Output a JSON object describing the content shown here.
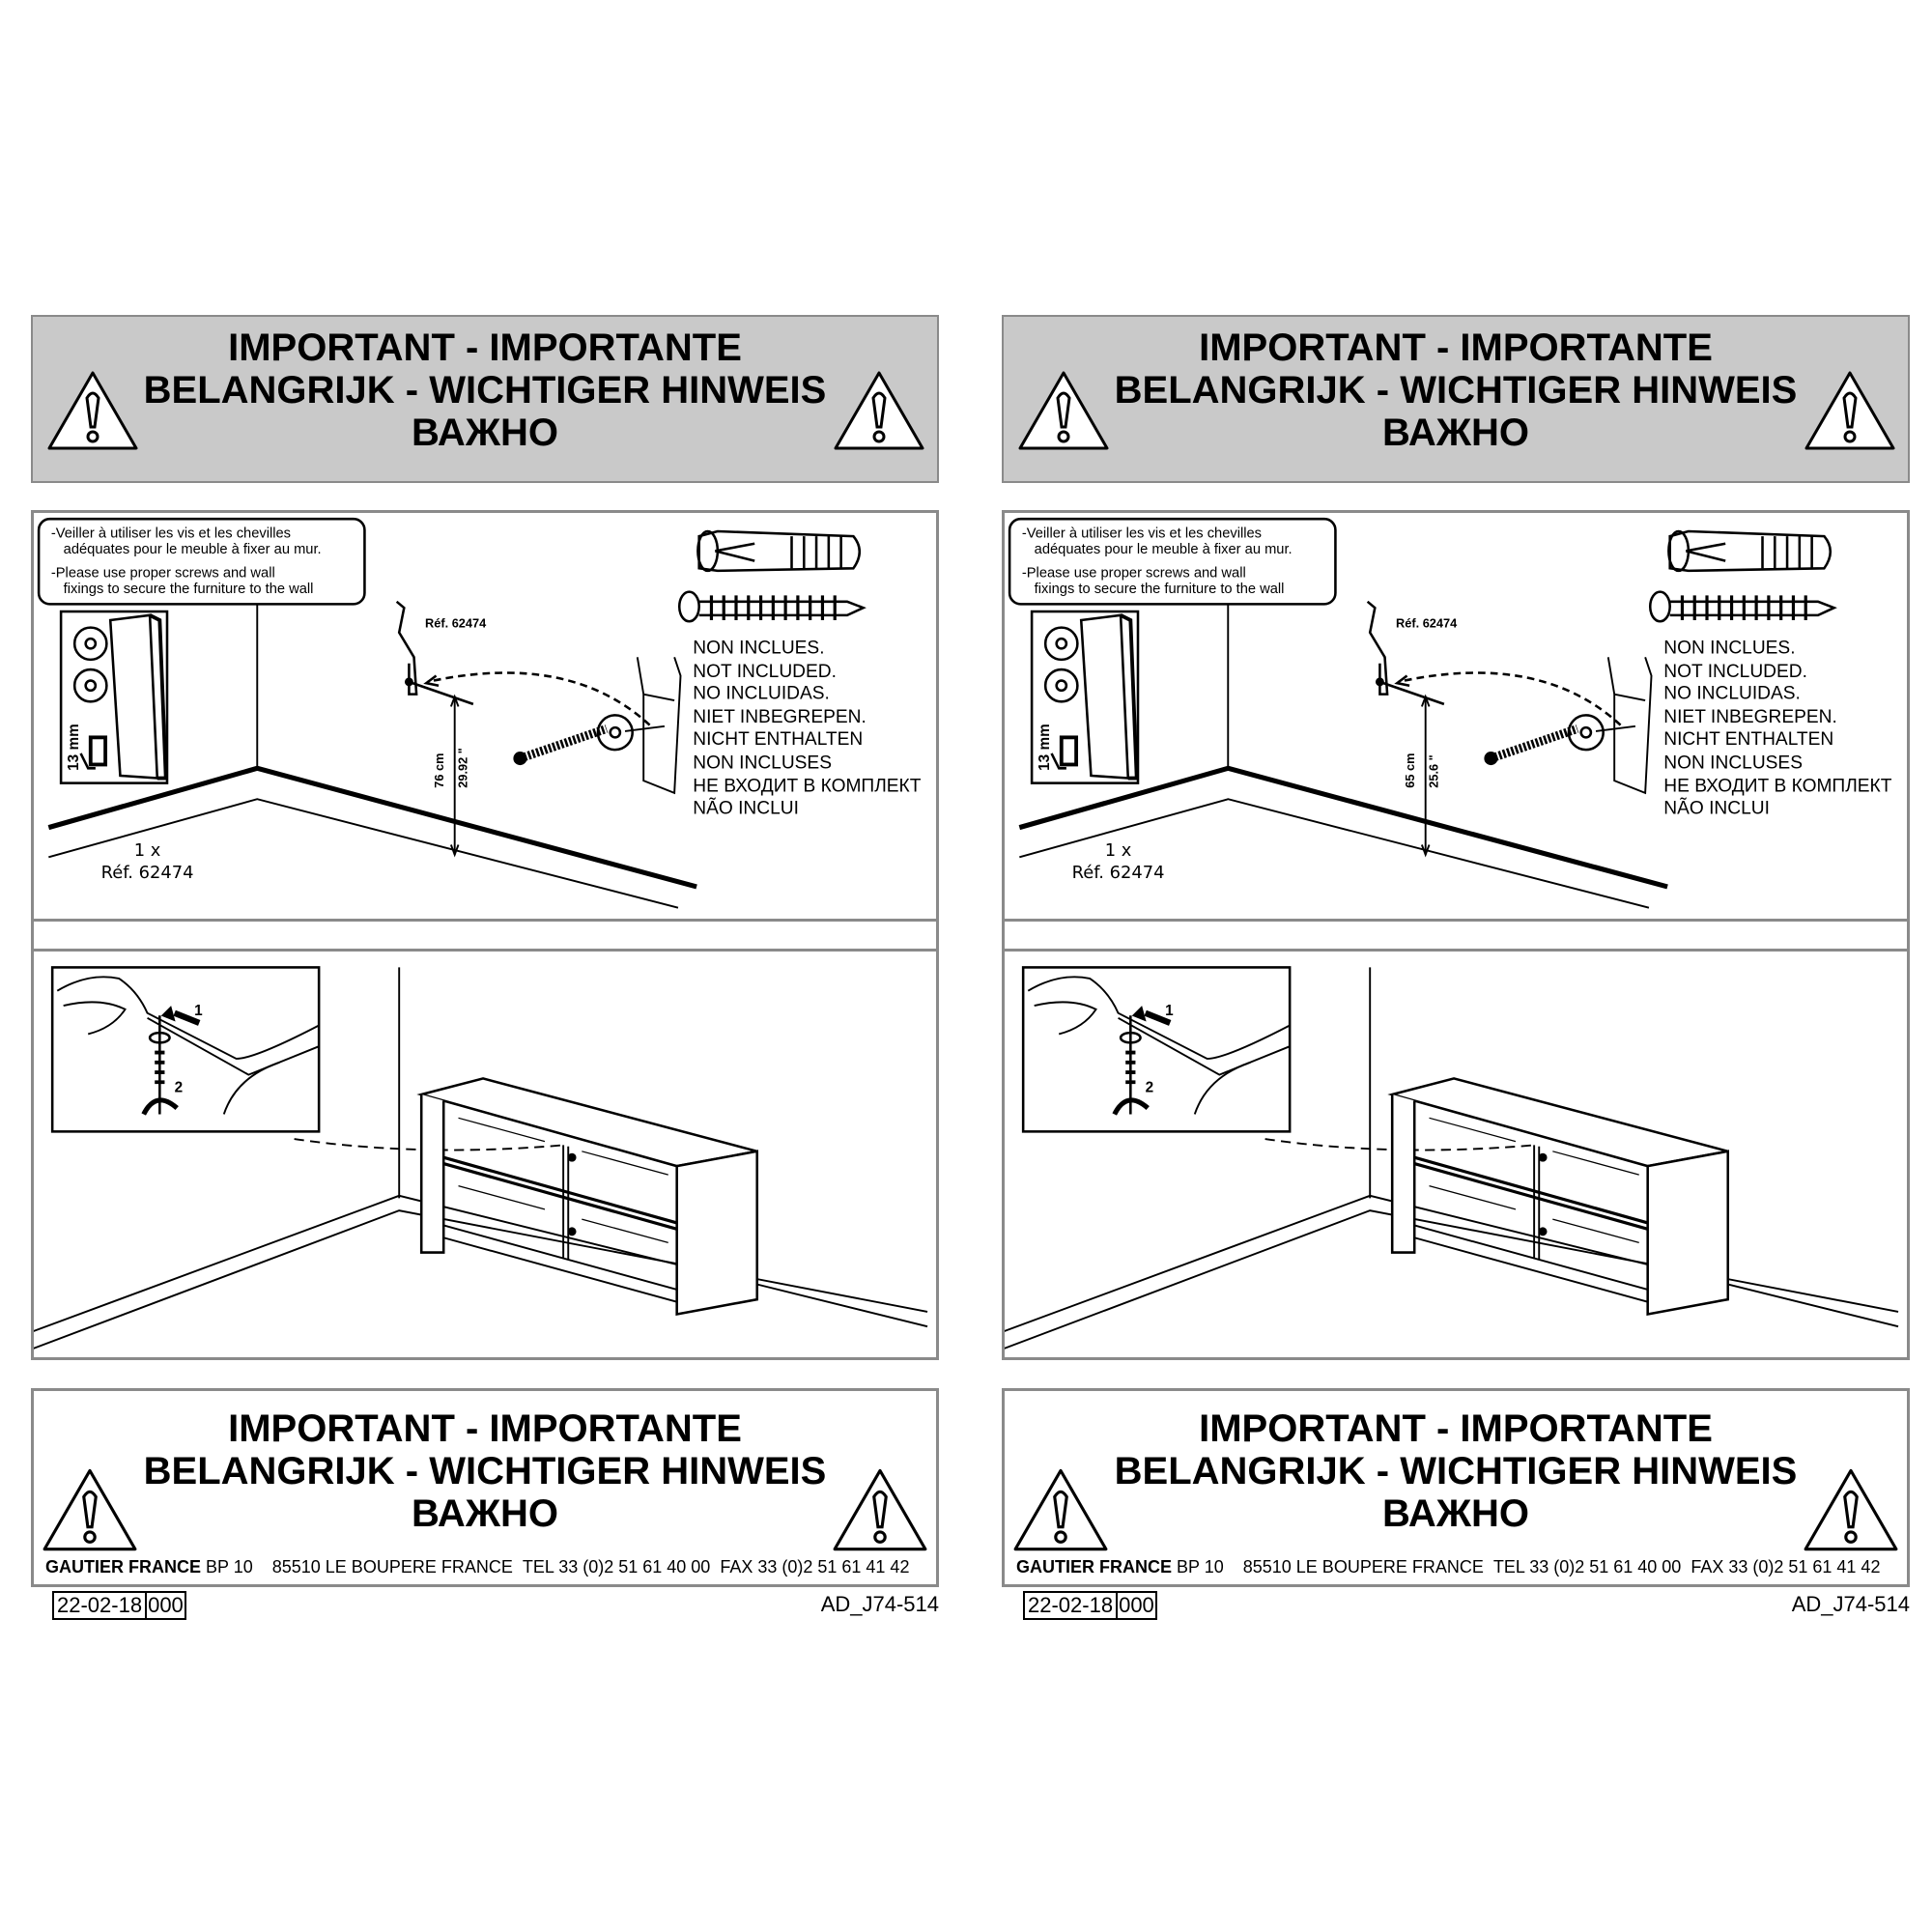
{
  "columns": [
    {
      "header_lines": [
        "IMPORTANT - IMPORTANTE",
        "BELANGRIJK - WICHTIGER HINWEIS",
        "ВАЖНО"
      ],
      "note_lines": [
        "-Veiller à utiliser les vis et les chevilles",
        "adéquates pour le meuble à fixer au mur.",
        "-Please use proper screws and wall",
        "fixings to secure the furniture to the wall"
      ],
      "inset_dim": "13 mm",
      "ref_small": "Réf. 62474",
      "dim_cm": "76 cm",
      "dim_in": "29.92 \"",
      "qty": "1 x",
      "ref": "Réf. 62474",
      "not_included": [
        "NON INCLUES.",
        "NOT INCLUDED.",
        "NO INCLUIDAS.",
        "NIET INBEGREPEN.",
        "NICHT ENTHALTEN",
        "NON INCLUSES",
        "НЕ ВХОДИТ В КОМПЛЕКТ",
        "NÃO INCLUI"
      ],
      "steps": [
        "1",
        "2"
      ],
      "footer_lines": [
        "IMPORTANT - IMPORTANTE",
        "BELANGRIJK - WICHTIGER HINWEIS",
        "ВАЖНО"
      ],
      "company": "GAUTIER FRANCE",
      "address": [
        "BP 10",
        "85510 LE BOUPERE FRANCE",
        "TEL 33 (0)2 51 61 40 00",
        "FAX 33 (0)2 51 61 41 42"
      ],
      "date": "22-02-18",
      "rev": "000",
      "code": "AD_J74-514"
    },
    {
      "header_lines": [
        "IMPORTANT - IMPORTANTE",
        "BELANGRIJK - WICHTIGER HINWEIS",
        "ВАЖНО"
      ],
      "note_lines": [
        "-Veiller à utiliser les vis et les chevilles",
        "adéquates pour le meuble à fixer au mur.",
        "-Please use proper screws and wall",
        "fixings to secure the furniture to the wall"
      ],
      "inset_dim": "13 mm",
      "ref_small": "Réf. 62474",
      "dim_cm": "65 cm",
      "dim_in": "25.6 \"",
      "qty": "1 x",
      "ref": "Réf. 62474",
      "not_included": [
        "NON INCLUES.",
        "NOT INCLUDED.",
        "NO INCLUIDAS.",
        "NIET INBEGREPEN.",
        "NICHT ENTHALTEN",
        "NON INCLUSES",
        "НЕ ВХОДИТ В КОМПЛЕКТ",
        "NÃO INCLUI"
      ],
      "steps": [
        "1",
        "2"
      ],
      "footer_lines": [
        "IMPORTANT - IMPORTANTE",
        "BELANGRIJK - WICHTIGER HINWEIS",
        "ВАЖНО"
      ],
      "company": "GAUTIER FRANCE",
      "address": [
        "BP 10",
        "85510 LE BOUPERE FRANCE",
        "TEL 33 (0)2 51 61 40 00",
        "FAX 33 (0)2 51 61 41 42"
      ],
      "date": "22-02-18",
      "rev": "000",
      "code": "AD_J74-514"
    }
  ]
}
